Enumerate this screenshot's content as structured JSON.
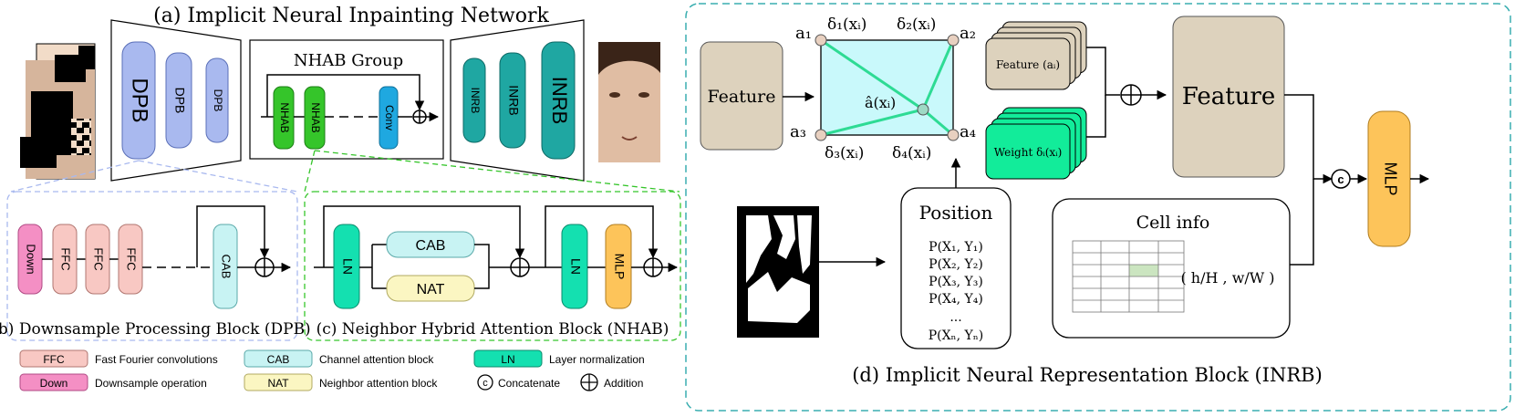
{
  "panels": {
    "a": "(a) Implicit Neural Inpainting Network",
    "b": "(b) Downsample Processing Block (DPB)",
    "c": "(c) Neighbor Hybrid Attention Block (NHAB)",
    "d": "(d) Implicit Neural Representation Block (INRB)"
  },
  "a": {
    "dpb": [
      "DPB",
      "DPB",
      "DPB"
    ],
    "group_title": "NHAB Group",
    "nhab": [
      "NHAB",
      "NHAB"
    ],
    "conv": "Conv",
    "inrb": [
      "INRB",
      "INRB",
      "INRB"
    ]
  },
  "b": {
    "down": "Down",
    "ffc": [
      "FFC",
      "FFC",
      "FFC"
    ],
    "cab": "CAB"
  },
  "c": {
    "ln": [
      "LN",
      "LN"
    ],
    "cab": "CAB",
    "nat": "NAT",
    "mlp": "MLP"
  },
  "d": {
    "feature_in": "Feature",
    "corners": [
      "a₁",
      "a₂",
      "a₃",
      "a₄"
    ],
    "deltas": [
      "δ₁(xᵢ)",
      "δ₂(xᵢ)",
      "δ₃(xᵢ)",
      "δ₄(xᵢ)"
    ],
    "center": "â(xᵢ)",
    "feature_stack": "Feature (aᵢ)",
    "weight_stack": "Weight δᵢ(xᵢ)",
    "feature_out": "Feature",
    "position_title": "Position",
    "positions": [
      "P(X₁, Y₁)",
      "P(X₂, Y₂)",
      "P(X₃, Y₃)",
      "P(X₄, Y₄)",
      "...",
      "P(Xₙ, Yₙ)"
    ],
    "cell_title": "Cell info",
    "cell_formula": "( h/H , w/W )",
    "concat_symbol": "c",
    "mlp": "MLP"
  },
  "legend": [
    {
      "key": "FFC",
      "text": "Fast Fourier convolutions"
    },
    {
      "key": "Down",
      "text": "Downsample operation"
    },
    {
      "key": "CAB",
      "text": "Channel attention block"
    },
    {
      "key": "NAT",
      "text": "Neighbor attention block"
    },
    {
      "key": "LN",
      "text": "Layer normalization"
    },
    {
      "key": "c",
      "text": "Concatenate"
    },
    {
      "key": "⊕",
      "text": "Addition"
    }
  ],
  "colors": {
    "dpb": "#a9b9ef",
    "nhab": "#35c52a",
    "conv": "#1fa8e0",
    "inrb": "#1fa7a2",
    "down": "#f48fc4",
    "ffc": "#f8c8c3",
    "cab": "#c8f3f3",
    "nat": "#fbf6c2",
    "ln": "#14e0b0",
    "mlp": "#fdc45a",
    "feature": "#ddd2bd",
    "weight": "#12ec9a",
    "dash_blue": "#a9b9ef",
    "dash_green": "#35c52a",
    "dash_teal": "#3aaeb0"
  }
}
